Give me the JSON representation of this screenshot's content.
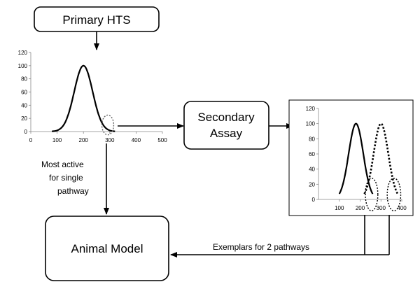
{
  "colors": {
    "stroke": "#000000",
    "background": "#ffffff",
    "highlight": "#000000"
  },
  "boxes": {
    "primary": "Primary HTS",
    "secondary_line1": "Secondary",
    "secondary_line2": "Assay",
    "animal": "Animal Model"
  },
  "labels": {
    "most_active_1": "Most active",
    "most_active_2": "for single",
    "most_active_3": "pathway",
    "exemplars": "Exemplars for 2 pathways"
  },
  "chart_data": [
    {
      "type": "line",
      "title": "",
      "xlabel": "",
      "ylabel": "",
      "xlim": [
        0,
        500
      ],
      "ylim": [
        0,
        120
      ],
      "x_ticks": [
        "0",
        "100",
        "200",
        "300",
        "400",
        "500"
      ],
      "y_ticks": [
        "0",
        "20",
        "40",
        "60",
        "80",
        "100",
        "120"
      ],
      "grid": false,
      "legend": "none",
      "series": [
        {
          "style": "solid",
          "peak_x": 200,
          "peak_y": 100,
          "x": [
            80,
            100,
            120,
            140,
            160,
            180,
            200,
            220,
            240,
            260,
            280,
            300,
            320
          ],
          "y": [
            0,
            3,
            14,
            40,
            72,
            95,
            100,
            95,
            72,
            40,
            14,
            3,
            0
          ]
        }
      ],
      "highlight": {
        "shape": "dotted-ellipse",
        "x_range": [
          270,
          315
        ],
        "y_range": [
          -5,
          25
        ]
      }
    },
    {
      "type": "line",
      "title": "",
      "xlabel": "",
      "ylabel": "",
      "xlim": [
        0,
        400
      ],
      "ylim": [
        0,
        120
      ],
      "x_ticks": [
        "100",
        "200",
        "300",
        "400"
      ],
      "y_ticks": [
        "0",
        "20",
        "40",
        "60",
        "80",
        "100",
        "120"
      ],
      "grid": false,
      "legend": "none",
      "series": [
        {
          "style": "solid",
          "peak_x": 180,
          "peak_y": 100,
          "x": [
            100,
            120,
            140,
            160,
            180,
            200,
            220,
            240,
            260
          ],
          "y": [
            0,
            3,
            25,
            75,
            100,
            75,
            25,
            3,
            0
          ]
        },
        {
          "style": "dotted",
          "peak_x": 300,
          "peak_y": 100,
          "x": [
            220,
            240,
            260,
            280,
            300,
            320,
            340,
            360,
            380
          ],
          "y": [
            0,
            3,
            25,
            75,
            100,
            75,
            25,
            3,
            0
          ]
        }
      ],
      "highlights": [
        {
          "shape": "dotted-ellipse",
          "x_range": [
            225,
            285
          ],
          "y_range": [
            -15,
            28
          ]
        },
        {
          "shape": "dotted-ellipse",
          "x_range": [
            330,
            395
          ],
          "y_range": [
            -15,
            28
          ]
        }
      ]
    }
  ]
}
